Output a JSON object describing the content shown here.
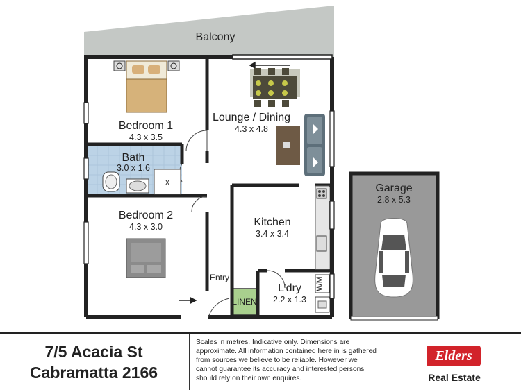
{
  "rooms": {
    "balcony": {
      "name": "Balcony"
    },
    "bedroom1": {
      "name": "Bedroom 1",
      "dim": "4.3 x 3.5"
    },
    "lounge": {
      "name": "Lounge / Dining",
      "dim": "4.3 x 4.8"
    },
    "bath": {
      "name": "Bath",
      "dim": "3.0 x 1.6"
    },
    "bedroom2": {
      "name": "Bedroom 2",
      "dim": "4.3 x 3.0"
    },
    "kitchen": {
      "name": "Kitchen",
      "dim": "3.4 x 3.4"
    },
    "garage": {
      "name": "Garage",
      "dim": "2.8 x 5.3"
    },
    "laundry": {
      "name": "L’dry",
      "dim": "2.2 x 1.3"
    },
    "entry": {
      "name": "Entry"
    },
    "linen": {
      "name": "LINEN"
    },
    "wm": {
      "name": "WM"
    }
  },
  "colors": {
    "wall": "#222222",
    "balcony": "#c4c8c5",
    "floor": "#ffffff",
    "bath_tile": "#bcd3e6",
    "garage_floor": "#999999",
    "linen": "#a9d08e",
    "bed_wood": "#d6b27a",
    "table": "#4d4a3a",
    "sofa": "#5d6f7a",
    "rug": "#6e5a45",
    "car": "#ffffff",
    "brand_red": "#d2232a"
  },
  "footer": {
    "address_line1": "7/5 Acacia St",
    "address_line2": "Cabramatta 2166",
    "disclaimer": "Scales in metres. Indicative only. Dimensions are approximate. All information contained here in is gathered from sources we believe to be reliable. However we cannot guarantee its accuracy and interested persons should rely on their own enquires.",
    "brand_name": "Elders",
    "brand_sub": "Real Estate"
  }
}
